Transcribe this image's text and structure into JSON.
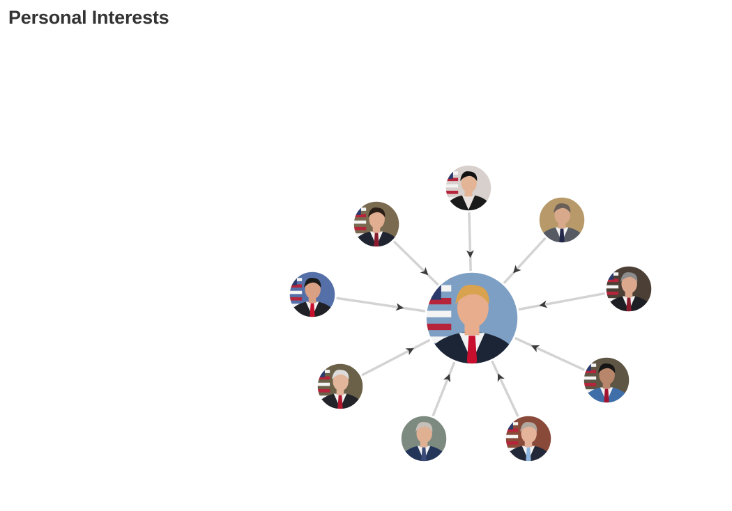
{
  "title": "Personal Interests",
  "colors": {
    "link": "#d3d3d3",
    "arrow": "#3a3a3a"
  },
  "graph": {
    "center": {
      "id": "center-person",
      "portrait": {
        "bg": "#7d9fc4",
        "flag": true,
        "suit": "#1c2536",
        "shirt": "#f2f2f2",
        "tie": "#c8102e",
        "skin": "#e7ad8d",
        "hair": "#d9a24f"
      }
    },
    "nodes": [
      {
        "id": "person-top",
        "portrait": {
          "bg": "#d8d0cc",
          "flag": true,
          "suit": "#1a1a1a",
          "shirt": "#e9e2de",
          "tie": null,
          "skin": "#e3b596",
          "hair": "#121212"
        }
      },
      {
        "id": "person-upper-right",
        "portrait": {
          "bg": "#b89a6a",
          "flag": false,
          "suit": "#555a63",
          "shirt": "#f2f2f2",
          "tie": "#23284a",
          "skin": "#d9a98b",
          "hair": "#6a6058"
        }
      },
      {
        "id": "person-right",
        "portrait": {
          "bg": "#4b3f36",
          "flag": true,
          "suit": "#1e1f24",
          "shirt": "#f2f2f2",
          "tie": "#8a1b2c",
          "skin": "#dba88e",
          "hair": "#8c8c8c"
        }
      },
      {
        "id": "person-lower-right",
        "portrait": {
          "bg": "#5e5544",
          "flag": true,
          "suit": "#3f6ea8",
          "shirt": "#f2f2f2",
          "tie": "#a01530",
          "skin": "#b8866b",
          "hair": "#151515"
        }
      },
      {
        "id": "person-bottom-right",
        "portrait": {
          "bg": "#8a4a3a",
          "flag": true,
          "suit": "#222837",
          "shirt": "#f2f2f2",
          "tie": "#8fb6e0",
          "skin": "#e5b29a",
          "hair": "#b0a89e"
        }
      },
      {
        "id": "person-bottom",
        "portrait": {
          "bg": "#7d8a80",
          "flag": false,
          "suit": "#24355a",
          "shirt": "#f2f2f2",
          "tie": "#3a4b7a",
          "skin": "#e0b093",
          "hair": "#c6c0b8"
        }
      },
      {
        "id": "person-lower-left",
        "portrait": {
          "bg": "#6b6048",
          "flag": true,
          "suit": "#22242a",
          "shirt": "#f2f2f2",
          "tie": "#b0182e",
          "skin": "#e2b69a",
          "hair": "#dcdcdc"
        }
      },
      {
        "id": "person-left",
        "portrait": {
          "bg": "#5570a8",
          "flag": true,
          "suit": "#202126",
          "shirt": "#f2f2f2",
          "tie": "#c8102e",
          "skin": "#d9a084",
          "hair": "#1b1b1b"
        }
      },
      {
        "id": "person-upper-left",
        "portrait": {
          "bg": "#7a6a50",
          "flag": true,
          "suit": "#1f2430",
          "shirt": "#f2f2f2",
          "tie": "#8a1b2c",
          "skin": "#e2ae92",
          "hair": "#2a1e16"
        }
      }
    ],
    "links": [
      {
        "source": "person-top",
        "target": "center-person"
      },
      {
        "source": "person-upper-right",
        "target": "center-person"
      },
      {
        "source": "person-right",
        "target": "center-person"
      },
      {
        "source": "person-lower-right",
        "target": "center-person"
      },
      {
        "source": "person-bottom-right",
        "target": "center-person"
      },
      {
        "source": "person-bottom",
        "target": "center-person"
      },
      {
        "source": "person-lower-left",
        "target": "center-person"
      },
      {
        "source": "person-left",
        "target": "center-person"
      },
      {
        "source": "person-upper-left",
        "target": "center-person"
      }
    ]
  }
}
